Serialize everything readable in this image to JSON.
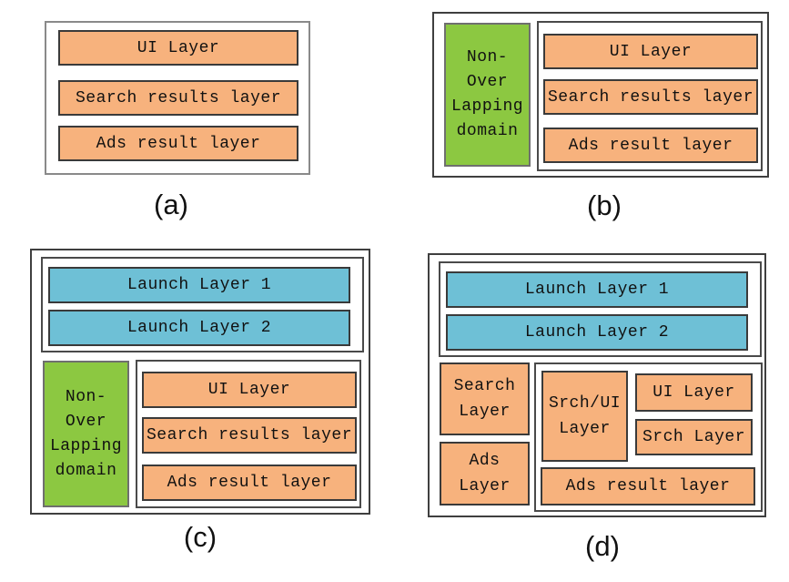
{
  "figure": {
    "colors": {
      "orange": "#f7b27d",
      "green": "#8cc841",
      "blue": "#6ec0d6",
      "text": "#111111"
    },
    "panels": {
      "a": {
        "label": "(a)",
        "layers": [
          "UI Layer",
          "Search results layer",
          "Ads result layer"
        ]
      },
      "b": {
        "label": "(b)",
        "domain_lines": [
          "Non-",
          "Over",
          "Lapping",
          "domain"
        ],
        "layers": [
          "UI Layer",
          "Search results layer",
          "Ads result layer"
        ]
      },
      "c": {
        "label": "(c)",
        "launch_layers": [
          "Launch Layer 1",
          "Launch Layer 2"
        ],
        "domain_lines": [
          "Non-",
          "Over",
          "Lapping",
          "domain"
        ],
        "layers": [
          "UI Layer",
          "Search results layer",
          "Ads result layer"
        ]
      },
      "d": {
        "label": "(d)",
        "launch_layers": [
          "Launch Layer 1",
          "Launch Layer 2"
        ],
        "search_layer_lines": [
          "Search",
          "Layer"
        ],
        "ads_layer_lines": [
          "Ads",
          "Layer"
        ],
        "srch_ui_lines": [
          "Srch/UI",
          "Layer"
        ],
        "ui_layer": "UI Layer",
        "srch_layer": "Srch Layer",
        "ads_result_layer": "Ads result layer"
      }
    }
  }
}
